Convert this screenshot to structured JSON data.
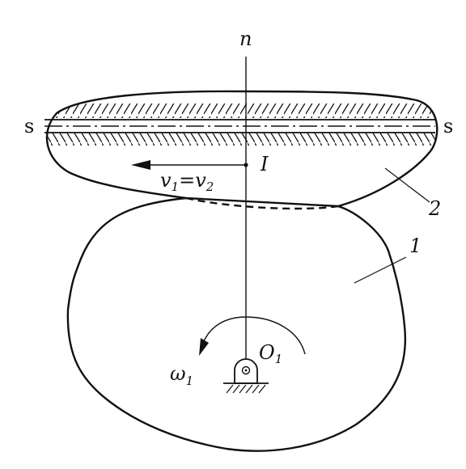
{
  "labels": {
    "axis_label": "n",
    "sliding_line_left": "s",
    "sliding_line_right": "s",
    "contact_point": "I",
    "velocity_lhs": "v",
    "velocity_lhs_sub": "1",
    "velocity_eq": "=",
    "velocity_rhs": "v",
    "velocity_rhs_sub": "2",
    "pivot_label": "O",
    "pivot_sub": "1",
    "omega": "ω",
    "omega_sub": "1",
    "part_1": "1",
    "part_2": "2"
  },
  "colors": {
    "stroke": "#111111"
  }
}
